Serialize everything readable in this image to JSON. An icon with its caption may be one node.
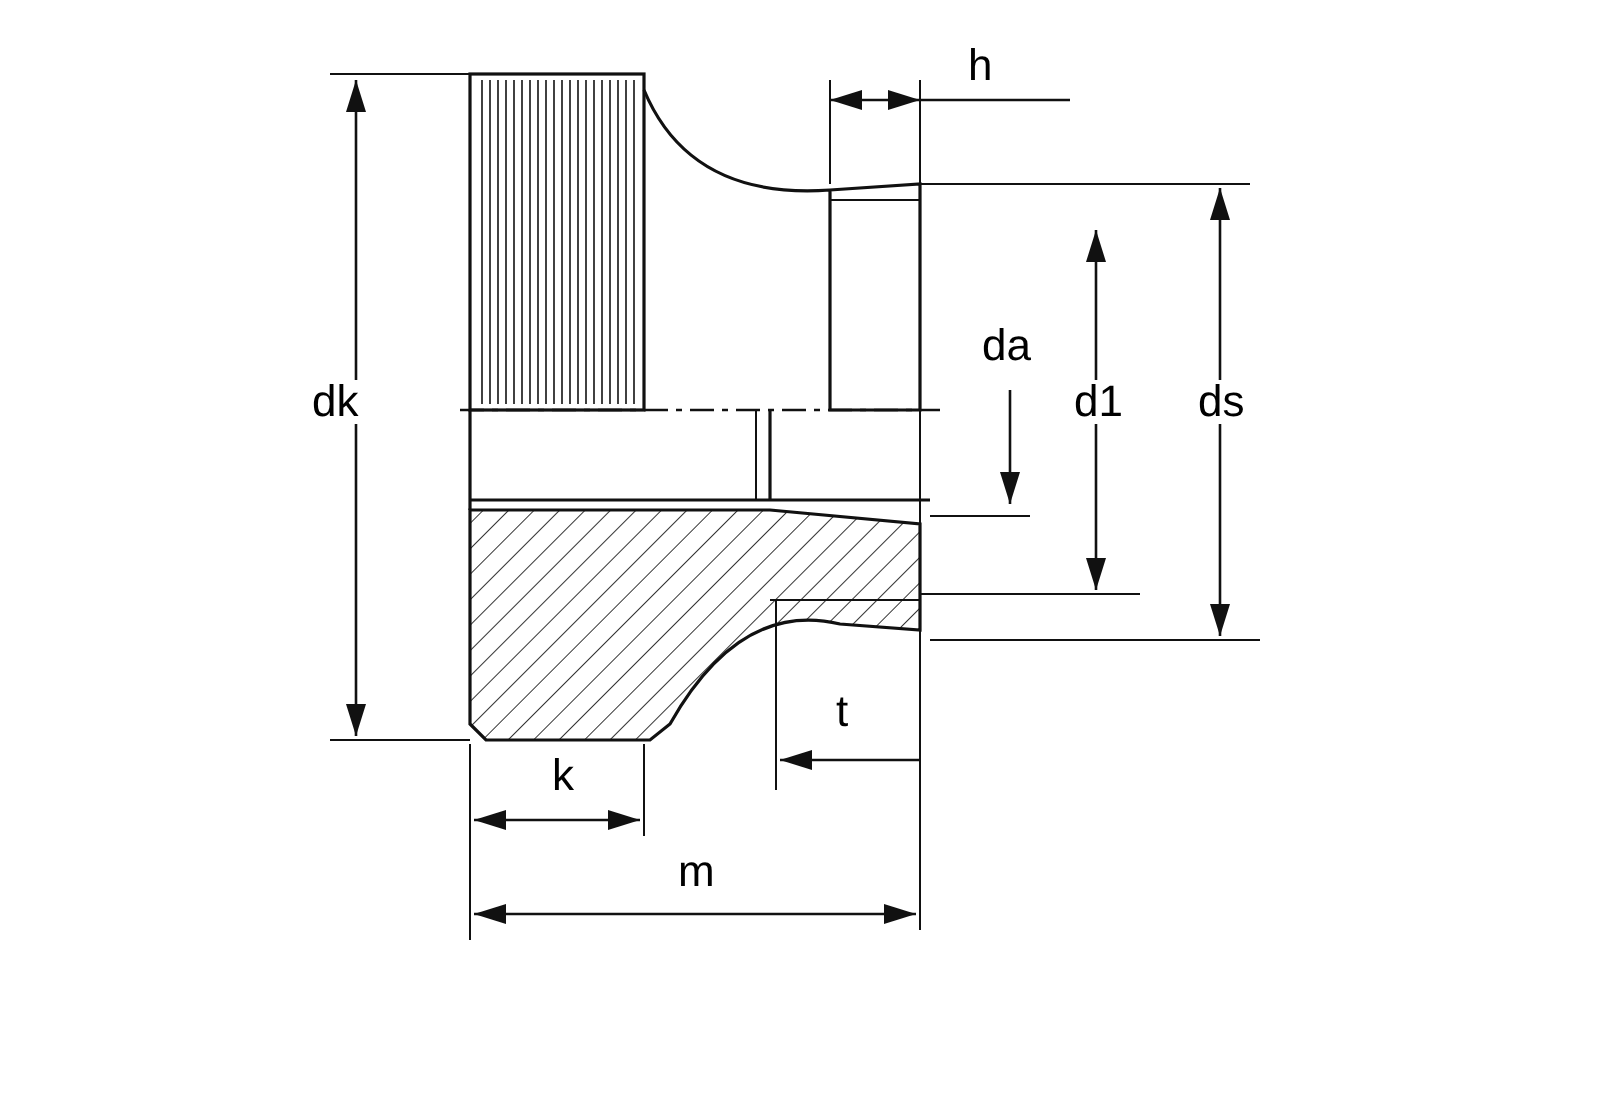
{
  "diagram": {
    "labels": [
      "h",
      "da",
      "dk",
      "d1",
      "ds",
      "t",
      "k",
      "m"
    ]
  }
}
